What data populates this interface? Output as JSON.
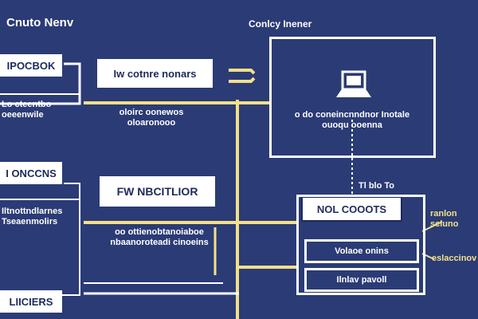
{
  "header": {
    "left_title": "Cnuto Nenv",
    "right_title": "Conlcy Inener"
  },
  "left_column": {
    "box1_label": "IPOCBOK",
    "box1_caption": "Lo cteentbo oeeenwile",
    "box2_label": "I ONCCNS",
    "box2_caption": "Iltnottndlarnes Tseaenmolirs",
    "box3_label": "LIICIERS"
  },
  "middle_column": {
    "box1_label": "Iw cotnre nonars",
    "box1_caption": "oloirc oonewos oloaronooo",
    "box2_label": "FW NBCITLIOR",
    "box2_caption": "oo ottienobtanoiaboe nbaanoroteadi cinoeins"
  },
  "right_column": {
    "panel_caption": "o do coneincnndnor Inotale ouoqu ooenna",
    "mid_label": "Tl blo To",
    "stack_title": "NOL COOOTS",
    "stack_row1": "Volaoe onins",
    "stack_row2": "Ilnlav pavoll"
  },
  "side_notes": {
    "note1": "ranlon scluno",
    "note2": "eslaccinov"
  },
  "colors": {
    "background": "#2b3b75",
    "line_white": "#ffffff",
    "line_yellow": "#f3e089",
    "box_text": "#1d2a5c"
  },
  "icons": {
    "panel_icon": "laptop-icon",
    "arrow": "double-arrow-icon"
  }
}
